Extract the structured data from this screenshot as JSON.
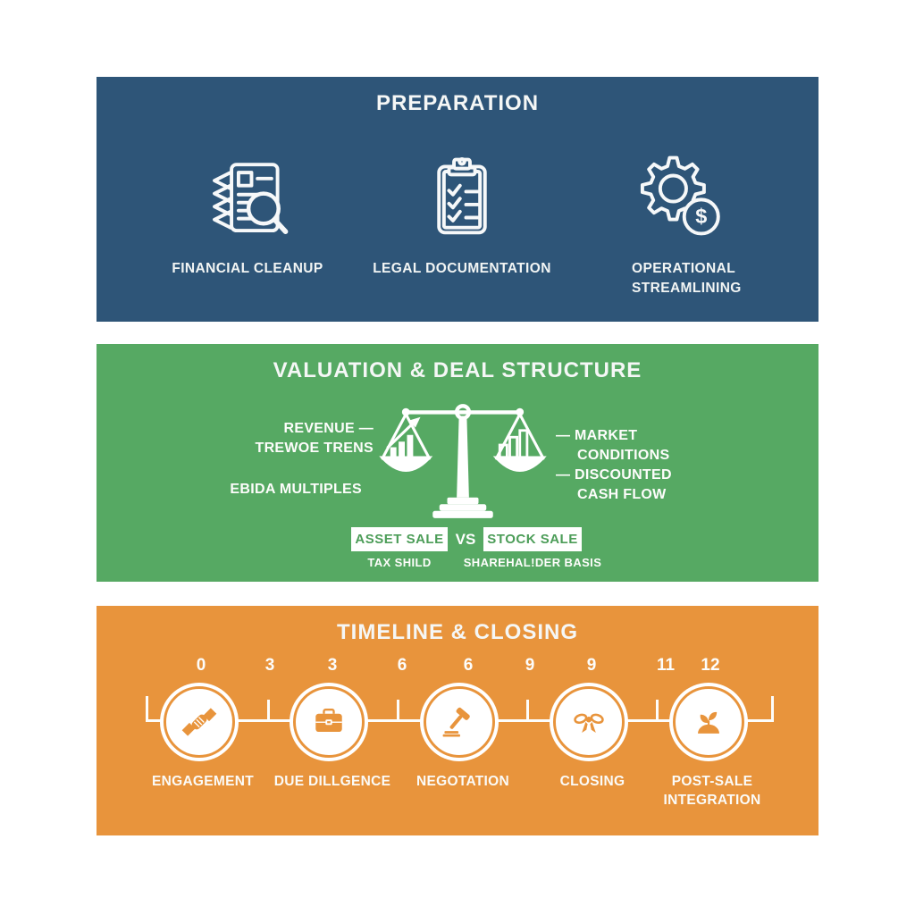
{
  "colors": {
    "blue": "#2e5578",
    "green": "#56a963",
    "orange": "#e8943c",
    "white": "#ffffff"
  },
  "preparation": {
    "title": "PREPARATION",
    "items": [
      {
        "icon": "documents-magnifier-icon",
        "label": "FINANCIAL CLEANUP"
      },
      {
        "icon": "clipboard-checklist-icon",
        "label": "LEGAL DOCUMENTATION"
      },
      {
        "icon": "gear-dollar-icon",
        "label_line1": "OPERATIONAL",
        "label_line2": "STREAMLINING"
      }
    ]
  },
  "valuation": {
    "title": "VALUATION & DEAL STRUCTURE",
    "left_factor_1_line1": "REVENUE —",
    "left_factor_1_line2": "TREWOE TRENS",
    "left_factor_2": "EBIDA MULTIPLES",
    "right_factor_1_line1": "— MARKET",
    "right_factor_1_line2": "CONDITIONS",
    "right_factor_2_line1": "— DISCOUNTED",
    "right_factor_2_line2": "CASH FLOW",
    "comparison": {
      "left_box": "ASSET SALE",
      "vs_label": "VS",
      "right_box": "STOCK SALE",
      "left_caption": "TAX SHILD",
      "right_caption": "SHAREHAL!DER BASIS"
    }
  },
  "timeline": {
    "title": "TIMELINE & CLOSING",
    "month_ticks": [
      "0",
      "3",
      "3",
      "6",
      "6",
      "9",
      "9",
      "11",
      "12"
    ],
    "milestones": [
      {
        "icon": "handshake-icon",
        "label": "ENGAGEMENT"
      },
      {
        "icon": "briefcase-icon",
        "label": "DUE DILLGENCE"
      },
      {
        "icon": "gavel-icon",
        "label": "NEGOTATION"
      },
      {
        "icon": "ribbon-bow-icon",
        "label": "CLOSING"
      },
      {
        "icon": "sprout-icon",
        "label": "POST-SALE INTEGRATION"
      }
    ]
  },
  "icons": {
    "dollar_sign": "$"
  }
}
